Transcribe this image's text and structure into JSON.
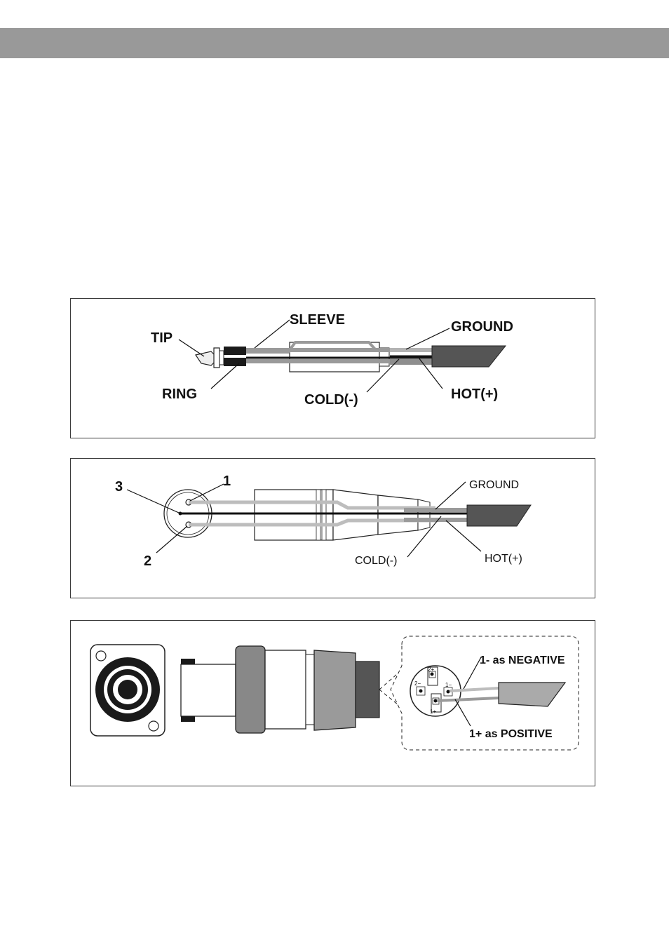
{
  "colors": {
    "header_bar": "#999999",
    "cable_jacket": "#555555",
    "shield_gray": "#9a9a9a",
    "light_gray": "#bdbdbd"
  },
  "jack_diagram": {
    "tip": "TIP",
    "sleeve": "SLEEVE",
    "ground": "GROUND",
    "ring": "RING",
    "cold": "COLD(-)",
    "hot": "HOT(+)"
  },
  "xlr_diagram": {
    "pin1": "1",
    "pin2": "2",
    "pin3": "3",
    "ground": "GROUND",
    "cold": "COLD(-)",
    "hot": "HOT(+)"
  },
  "speakon_diagram": {
    "negative": "1- as NEGATIVE",
    "positive": "1+ as POSITIVE",
    "pin_2plus": "2+",
    "pin_2minus": "2−",
    "pin_1minus": "1−",
    "pin_1plus": "1+"
  }
}
